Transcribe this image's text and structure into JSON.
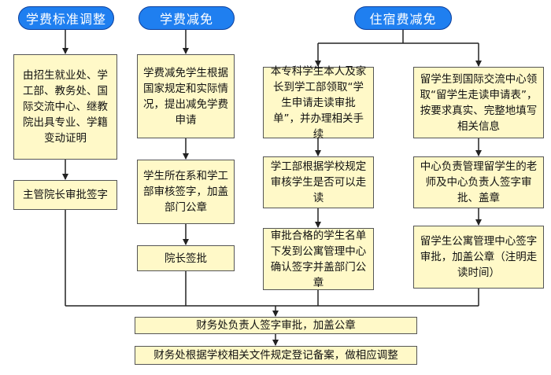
{
  "headers": {
    "tuition_standard": "学费标准调整",
    "tuition_reduction": "学费减免",
    "accommodation_reduction": "住宿费减免"
  },
  "col1": {
    "step1": "由招生就业处、学工部、教务处、国际交流中心、继教院出具专业、学籍变动证明",
    "step2": "主管院长审批签字"
  },
  "col2": {
    "step1": "学费减免学生根据国家规定和实际情况，提出减免学费申请",
    "step2": "学生所在系和学工部审核签字，加盖部门公章",
    "step3": "院长签批"
  },
  "col3": {
    "step1": "本专科学生本人及家长到学工部领取“学生申请走读审批单”，并办理相关手续",
    "step2": "学工部根据学校规定审核学生是否可以走读",
    "step3": "审批合格的学生名单下发到公寓管理中心确认签字并盖部门公章"
  },
  "col4": {
    "step1": "留学生到国际交流中心领取“留学生走读申请表”，按要求真实、完整地填写相关信息",
    "step2": "中心负责管理留学生的老师及中心负责人签字审批、盖章",
    "step3": "留学生公寓管理中心签字审批，加盖公章（注明走读时间）"
  },
  "bottom": {
    "finance_sign": "财务处负责人签字审批，加盖公章",
    "finance_register": "财务处根据学校相关文件规定登记备案，做相应调整"
  },
  "colors": {
    "pill_fill": "#1f7ff0",
    "box_fill": "#fff9c8",
    "arrow": "#222222"
  }
}
